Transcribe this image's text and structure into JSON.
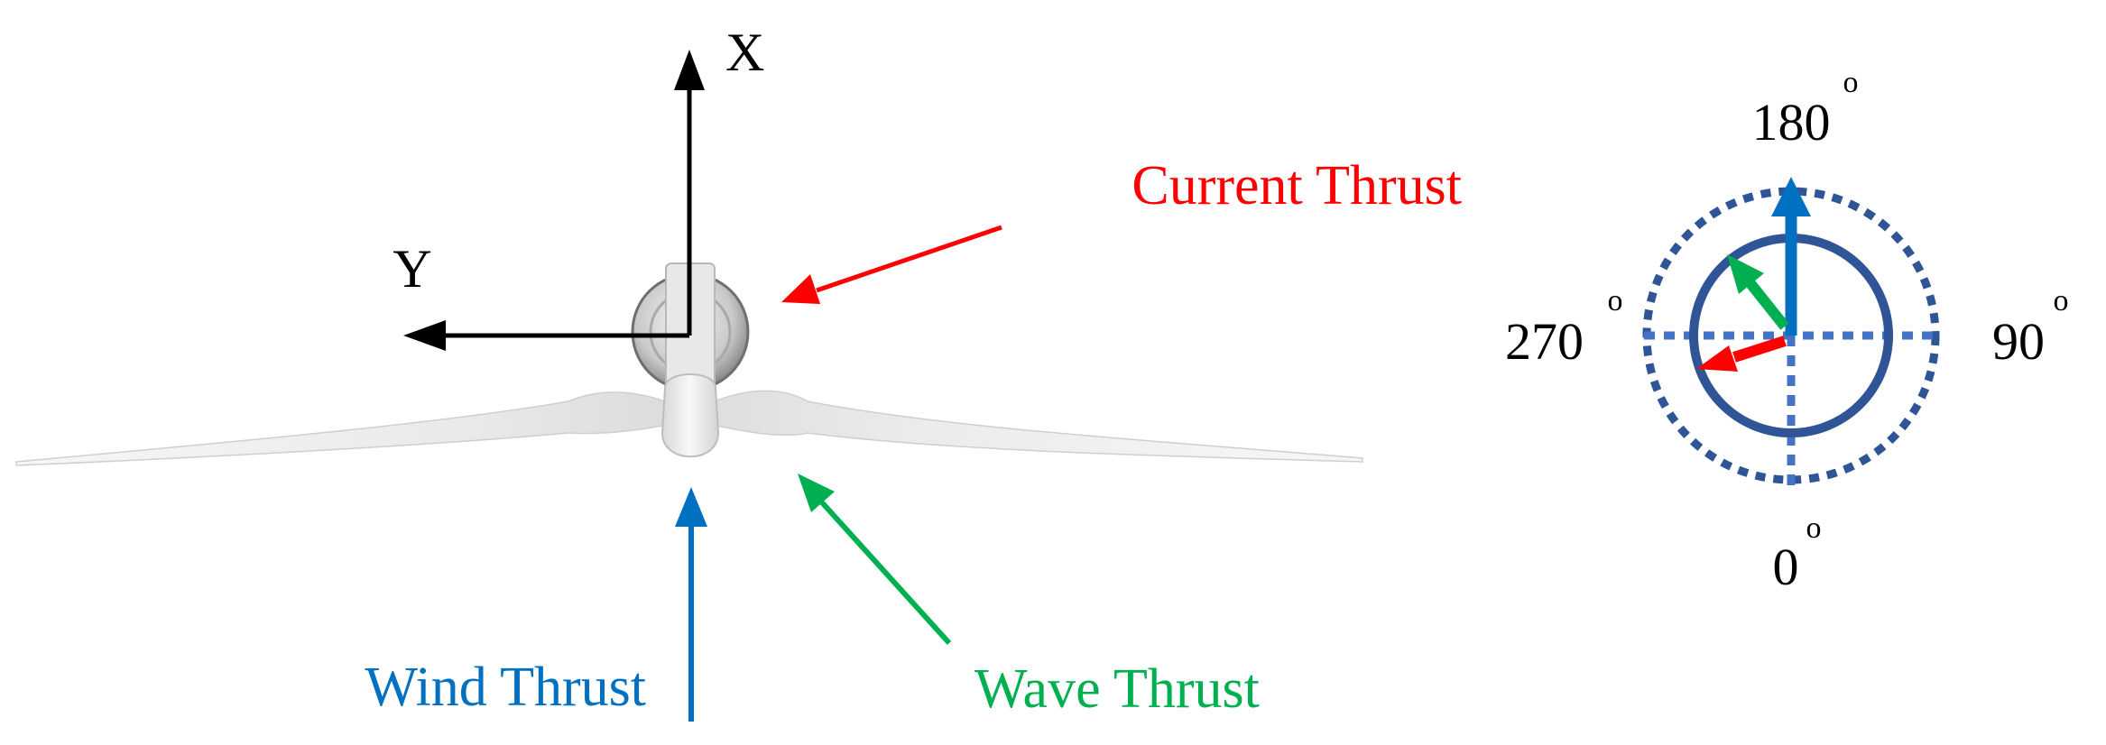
{
  "axes": {
    "x_label": "X",
    "y_label": "Y"
  },
  "forces": {
    "current": {
      "label": "Current Thrust",
      "color": "#ff0000"
    },
    "wind": {
      "label": "Wind Thrust",
      "color": "#0070c0"
    },
    "wave": {
      "label": "Wave Thrust",
      "color": "#00b050"
    }
  },
  "compass": {
    "top_label": "180",
    "right_label": "90",
    "bottom_label": "0",
    "left_label": "270",
    "degree_mark": "o",
    "ring_color": "#2f5597",
    "dot_color": "#4472c4"
  },
  "icons": {
    "turbine": "wind-turbine-top-view"
  }
}
